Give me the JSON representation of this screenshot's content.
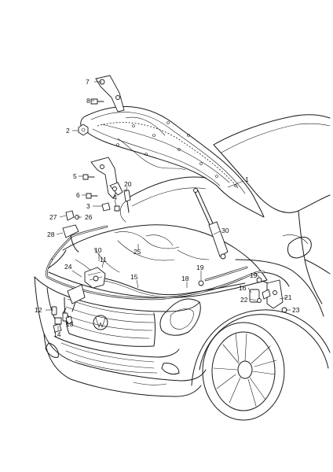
{
  "callouts": [
    {
      "id": "c1",
      "text": "1"
    },
    {
      "id": "c2",
      "text": "2"
    },
    {
      "id": "c3",
      "text": "3"
    },
    {
      "id": "c4",
      "text": "4"
    },
    {
      "id": "c5",
      "text": "5"
    },
    {
      "id": "c6",
      "text": "6"
    },
    {
      "id": "c7",
      "text": "7"
    },
    {
      "id": "c8",
      "text": "8"
    },
    {
      "id": "c10",
      "text": "10"
    },
    {
      "id": "c11",
      "text": "11"
    },
    {
      "id": "c12",
      "text": "12"
    },
    {
      "id": "c13",
      "text": "13"
    },
    {
      "id": "c14",
      "text": "14"
    },
    {
      "id": "c15",
      "text": "15"
    },
    {
      "id": "c16",
      "text": "16"
    },
    {
      "id": "c18",
      "text": "18"
    },
    {
      "id": "c19a",
      "text": "19"
    },
    {
      "id": "c19b",
      "text": "19"
    },
    {
      "id": "c20",
      "text": "20"
    },
    {
      "id": "c21",
      "text": "21"
    },
    {
      "id": "c22",
      "text": "22"
    },
    {
      "id": "c23",
      "text": "23"
    },
    {
      "id": "c24",
      "text": "24"
    },
    {
      "id": "c25",
      "text": "25"
    },
    {
      "id": "c26",
      "text": "26"
    },
    {
      "id": "c27",
      "text": "27"
    },
    {
      "id": "c28",
      "text": "28"
    },
    {
      "id": "c30",
      "text": "30"
    }
  ],
  "colors": {
    "line": "#1a1a1a",
    "background": "#ffffff"
  }
}
